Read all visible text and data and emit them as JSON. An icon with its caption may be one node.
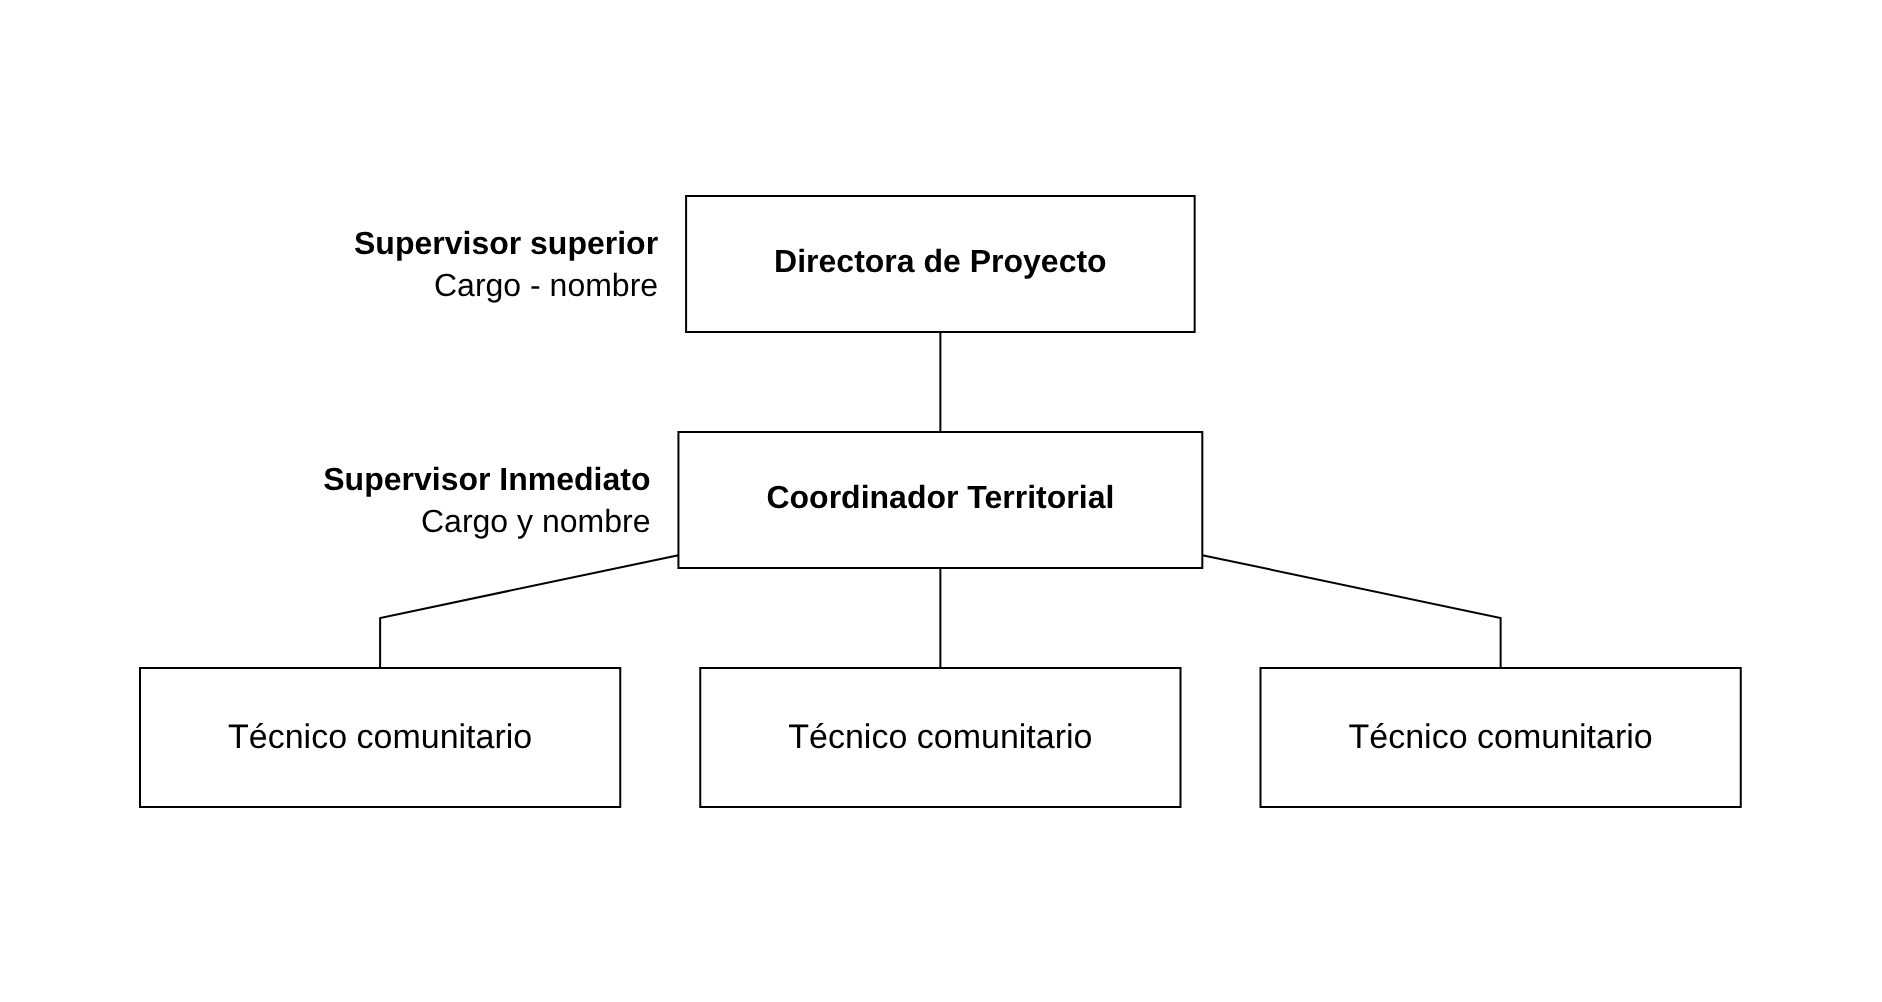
{
  "diagram": {
    "nodes": [
      {
        "text": [
          "Directora de Proyecto"
        ],
        "beside": [
          "Supervisor superior",
          "Cargo - nombre"
        ]
      },
      {
        "text": [
          "Coordinador Territorial"
        ],
        "beside": [
          "Supervisor Inmediato",
          "Cargo y nombre"
        ]
      },
      {
        "text": [
          "Técnico comunitario"
        ]
      },
      {
        "text": [
          "Técnico comunitario"
        ]
      },
      {
        "text": [
          "Técnico comunitario"
        ]
      }
    ],
    "edges": [
      {
        "from": 0,
        "to": 1,
        "arrow": "none"
      },
      {
        "from": 1,
        "to": 2,
        "arrow": "none"
      },
      {
        "from": 1,
        "to": 3,
        "arrow": "none"
      },
      {
        "from": 1,
        "to": 4,
        "arrow": "none"
      }
    ]
  }
}
